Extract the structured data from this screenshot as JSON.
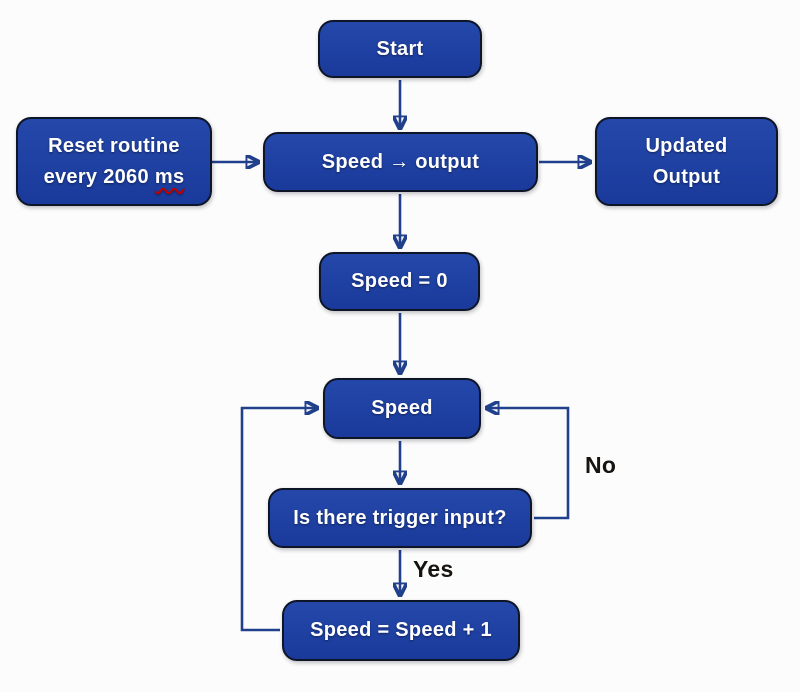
{
  "diagram": {
    "type": "flowchart",
    "nodes": {
      "start": {
        "label": "Start"
      },
      "reset_routine": {
        "line1": "Reset routine",
        "line2": "every 2060",
        "misspelled_word": "ms"
      },
      "speed_to_output": {
        "label": "Speed → output"
      },
      "updated_output": {
        "line1": "Updated",
        "line2": "Output"
      },
      "speed_equals_zero": {
        "label": "Speed = 0"
      },
      "speed": {
        "label": "Speed"
      },
      "trigger_question": {
        "label": "Is there trigger input?"
      },
      "speed_increment": {
        "label": "Speed = Speed + 1"
      }
    },
    "edge_labels": {
      "no": "No",
      "yes": "Yes"
    },
    "colors": {
      "background": "#fcfcfc",
      "box_fill_top": "#2448aa",
      "box_fill_bottom": "#1a3a9b",
      "box_border": "#0e1526",
      "node_text": "#ffffff",
      "connector": "#21408c",
      "edge_label_text": "#171310",
      "misspell_underline": "#c00000"
    }
  }
}
